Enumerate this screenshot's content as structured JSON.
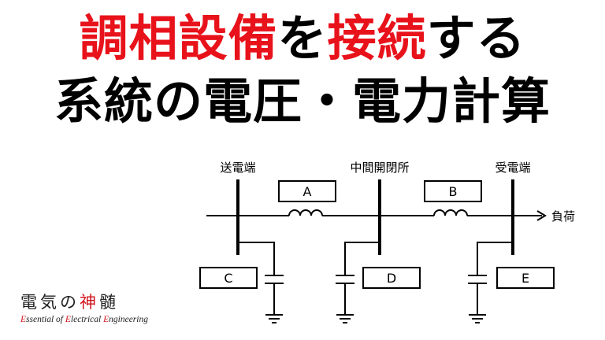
{
  "title": {
    "line1_red_a": "調相設備",
    "line1_black_a": "を",
    "line1_red_b": "接続",
    "line1_black_b": "する",
    "line2": "系統の電圧・電力計算"
  },
  "diagram": {
    "labels": {
      "sending_end": "送電端",
      "intermediate_switching_station": "中間開閉所",
      "receiving_end": "受電端",
      "load": "負荷"
    },
    "boxes": {
      "a": "A",
      "b": "B",
      "c": "C",
      "d": "D",
      "e": "E"
    }
  },
  "logo": {
    "kanji_1": "電",
    "kanji_2": "気",
    "kanji_3": "の",
    "kanji_4": "神",
    "kanji_5": "髄",
    "english": [
      {
        "cap": "E",
        "rest": "ssential of "
      },
      {
        "cap": "E",
        "rest": "lectrical "
      },
      {
        "cap": "E",
        "rest": "ngineering"
      }
    ]
  }
}
